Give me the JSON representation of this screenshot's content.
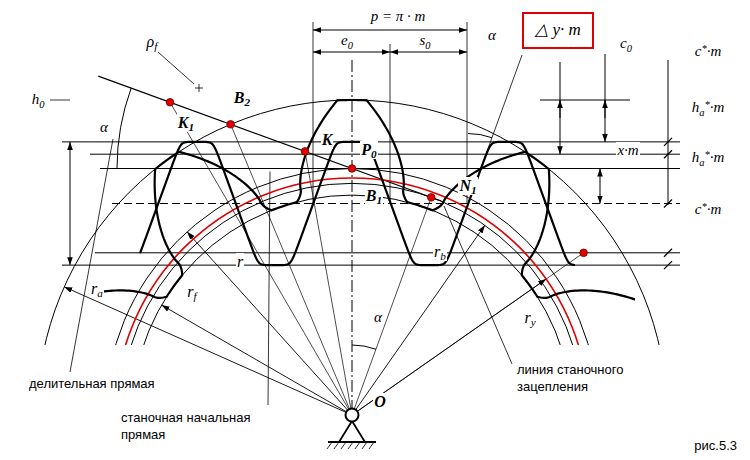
{
  "diagram": {
    "caption": "рис.5.3",
    "nodes": [
      {
        "text": [
          "△ y· m"
        ]
      }
    ],
    "labels": [
      "ρf",
      "K1",
      "B2",
      "K",
      "P0",
      "B1",
      "N1",
      "p = π · m",
      "e0",
      "s0",
      "α",
      "c0",
      "c*·m",
      "ha*·m",
      "x·m",
      "ha*·m",
      "c*·m",
      "h0",
      "α",
      "r",
      "ra",
      "rf",
      "rb",
      "ry",
      "α",
      "O",
      "делительная прямая",
      "станочная начальная прямая",
      "линия станочного зацепления"
    ]
  }
}
